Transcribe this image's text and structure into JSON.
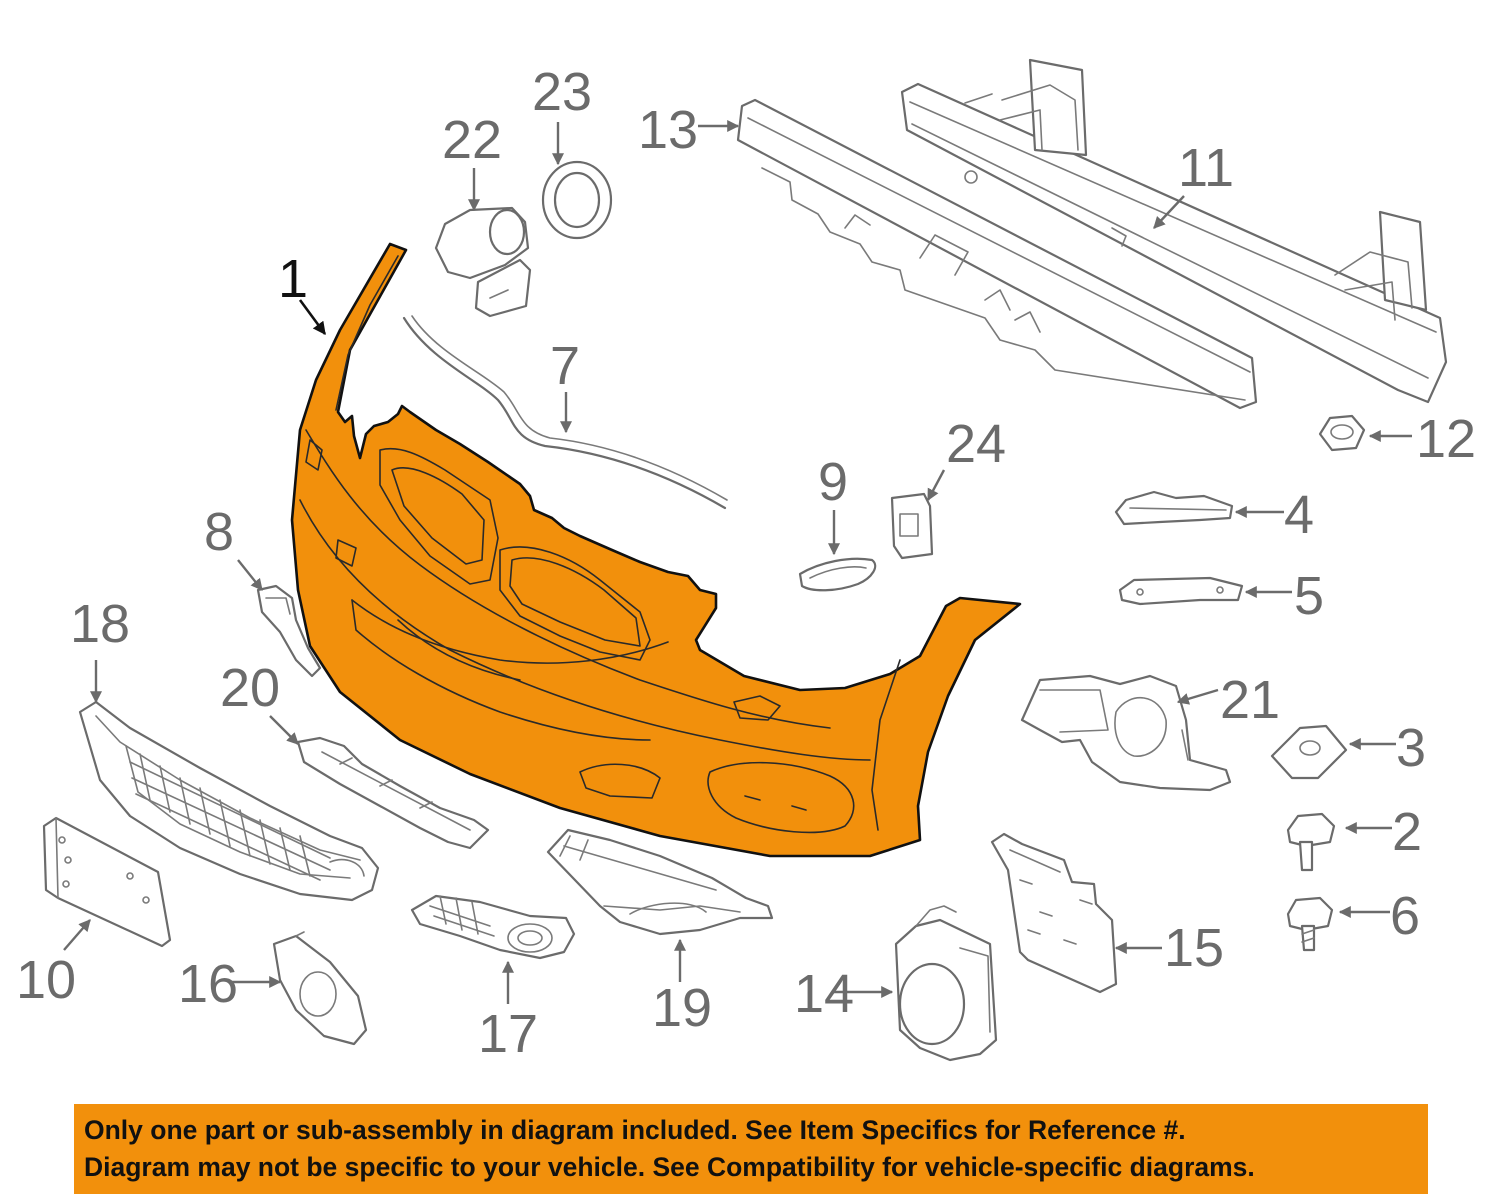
{
  "colors": {
    "highlight_fill": "#f2900c",
    "line_gray": "#6b6b6b",
    "banner_background": "#f2900c",
    "banner_text": "#111111"
  },
  "callouts": {
    "c1": "1",
    "c2": "2",
    "c3": "3",
    "c4": "4",
    "c5": "5",
    "c6": "6",
    "c7": "7",
    "c8": "8",
    "c9": "9",
    "c10": "10",
    "c11": "11",
    "c12": "12",
    "c13": "13",
    "c14": "14",
    "c15": "15",
    "c16": "16",
    "c17": "17",
    "c18": "18",
    "c19": "19",
    "c20": "20",
    "c21": "21",
    "c22": "22",
    "c23": "23",
    "c24": "24"
  },
  "highlighted_part": "1",
  "disclaimer": {
    "line1": "Only one part or sub-assembly in diagram included. See Item Specifics for Reference #.",
    "line2": "Diagram may not be specific to your vehicle. See Compatibility for vehicle-specific diagrams."
  }
}
